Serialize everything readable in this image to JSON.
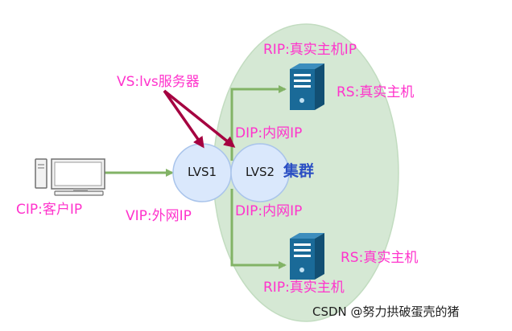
{
  "labels": {
    "rip_top": "RIP:真实主机IP",
    "vs": "VS:lvs服务器",
    "rs_top": "RS:真实主机",
    "dip_top": "DIP:内网IP",
    "lvs1": "LVS1",
    "lvs2": "LVS2",
    "cluster": "集群",
    "cip": "CIP:客户IP",
    "vip": "VIP:外网IP",
    "dip_bottom": "DIP:内网IP",
    "rs_bottom": "RS:真实主机",
    "rip_bottom": "RIP:真实主机",
    "watermark": "CSDN @努力拱破蛋壳的猪"
  },
  "icons": {
    "client": "desktop-computer-icon",
    "server": "server-tower-icon"
  },
  "colors": {
    "label": "#ff33cc",
    "cluster_fill": "#d5e8d4",
    "cluster_stroke": "#c2dcc0",
    "node_fill": "#dae8fc",
    "node_stroke": "#a9c4eb",
    "arrow_green": "#82b366",
    "arrow_red": "#a50040",
    "cluster_text": "#2b4fc4",
    "server_blue": "#1a6a98"
  }
}
